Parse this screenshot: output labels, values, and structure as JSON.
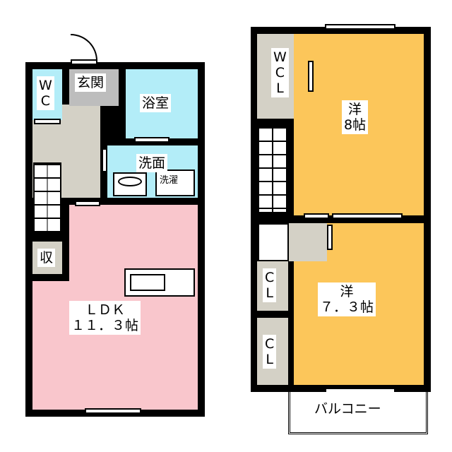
{
  "unit_1f": {
    "rooms": {
      "wc": "W\nC",
      "entrance": "玄関",
      "bath": "浴室",
      "washroom": "洗面",
      "laundry": "洗濯",
      "storage": "収",
      "ldk": "ＬＤＫ\n１１．３帖"
    }
  },
  "unit_2f": {
    "rooms": {
      "wcl": "W\nC\nL",
      "western_8": "洋\n8帖",
      "western_73": "洋\n７．３帖",
      "closet_1": "C\nL",
      "closet_2": "C\nL",
      "balcony": "バルコニー"
    }
  },
  "colors": {
    "wall": "#000000",
    "wet_area": "#b3edf8",
    "ldk": "#f9c6cc",
    "bedroom": "#fcc65a",
    "storage": "#d4d1c6"
  }
}
